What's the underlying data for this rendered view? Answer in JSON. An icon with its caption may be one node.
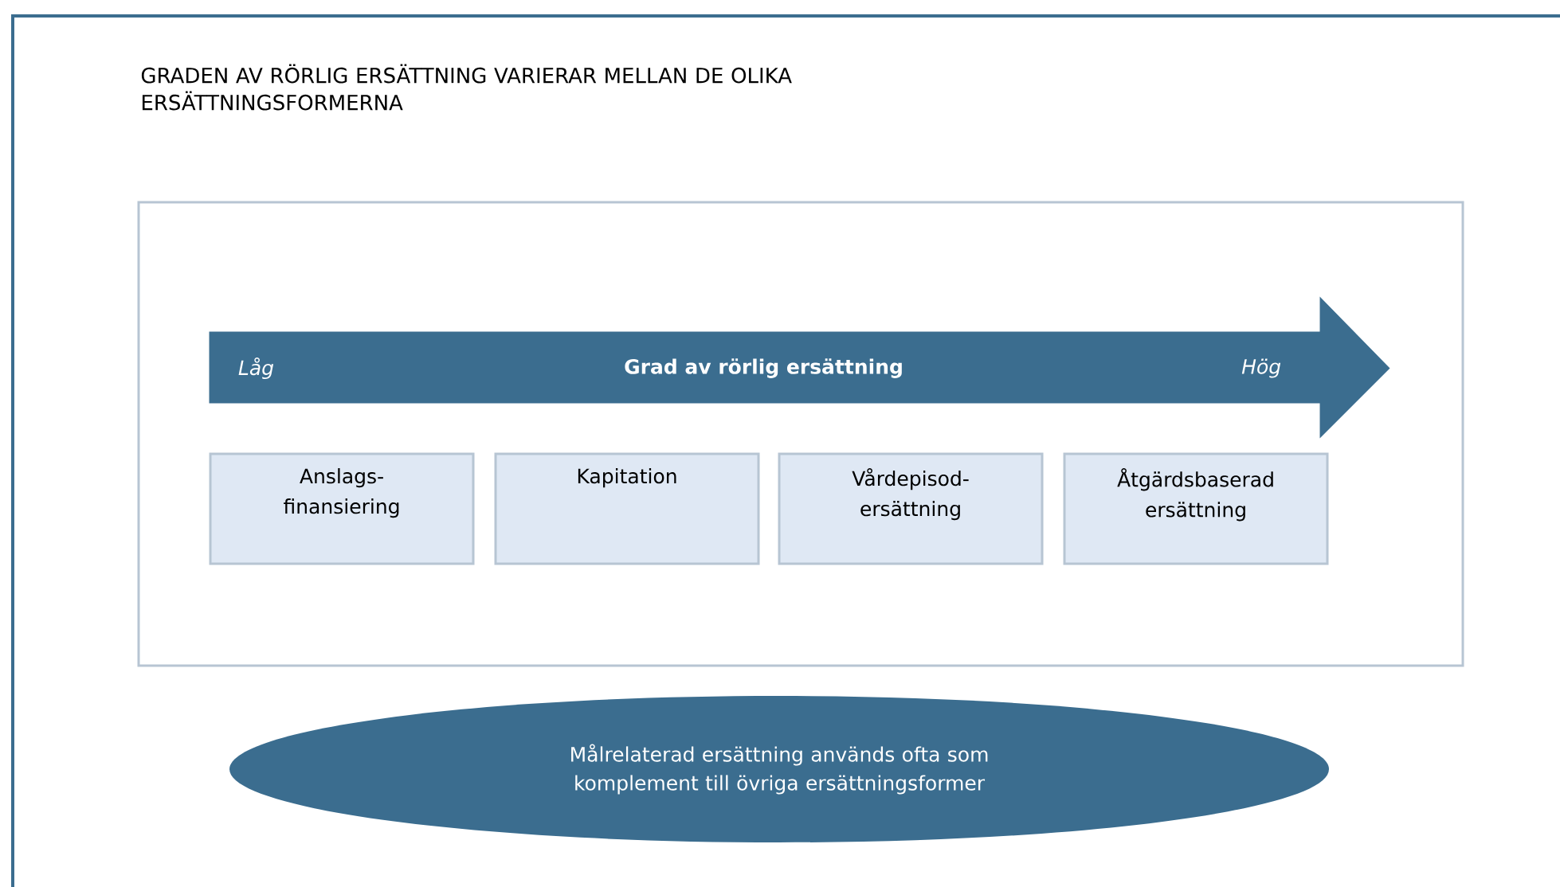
{
  "diagram": {
    "title": "GRADEN AV RÖRLIG ERSÄTTNING VARIERAR MELLAN DE OLIKA ERSÄTTNINGSFORMERNA",
    "nodes": [
      {
        "text": [],
        "shape": "box"
      },
      {
        "text": [
          "Låg",
          "Grad av rörlig ersättning",
          "Hög"
        ],
        "in": 0
      },
      {
        "text": [
          "Anslags- finansiering"
        ],
        "in": 0
      },
      {
        "text": [
          "Kapitation"
        ],
        "in": 0
      },
      {
        "text": [
          "Vårdepisod- ersättning"
        ],
        "in": 0
      },
      {
        "text": [
          "Åtgärdsbaserad ersättning"
        ],
        "in": 0
      },
      {
        "text": [
          "Målrelaterad ersättning används ofta som komplement till övriga ersättningsformer"
        ]
      }
    ],
    "edges": []
  }
}
